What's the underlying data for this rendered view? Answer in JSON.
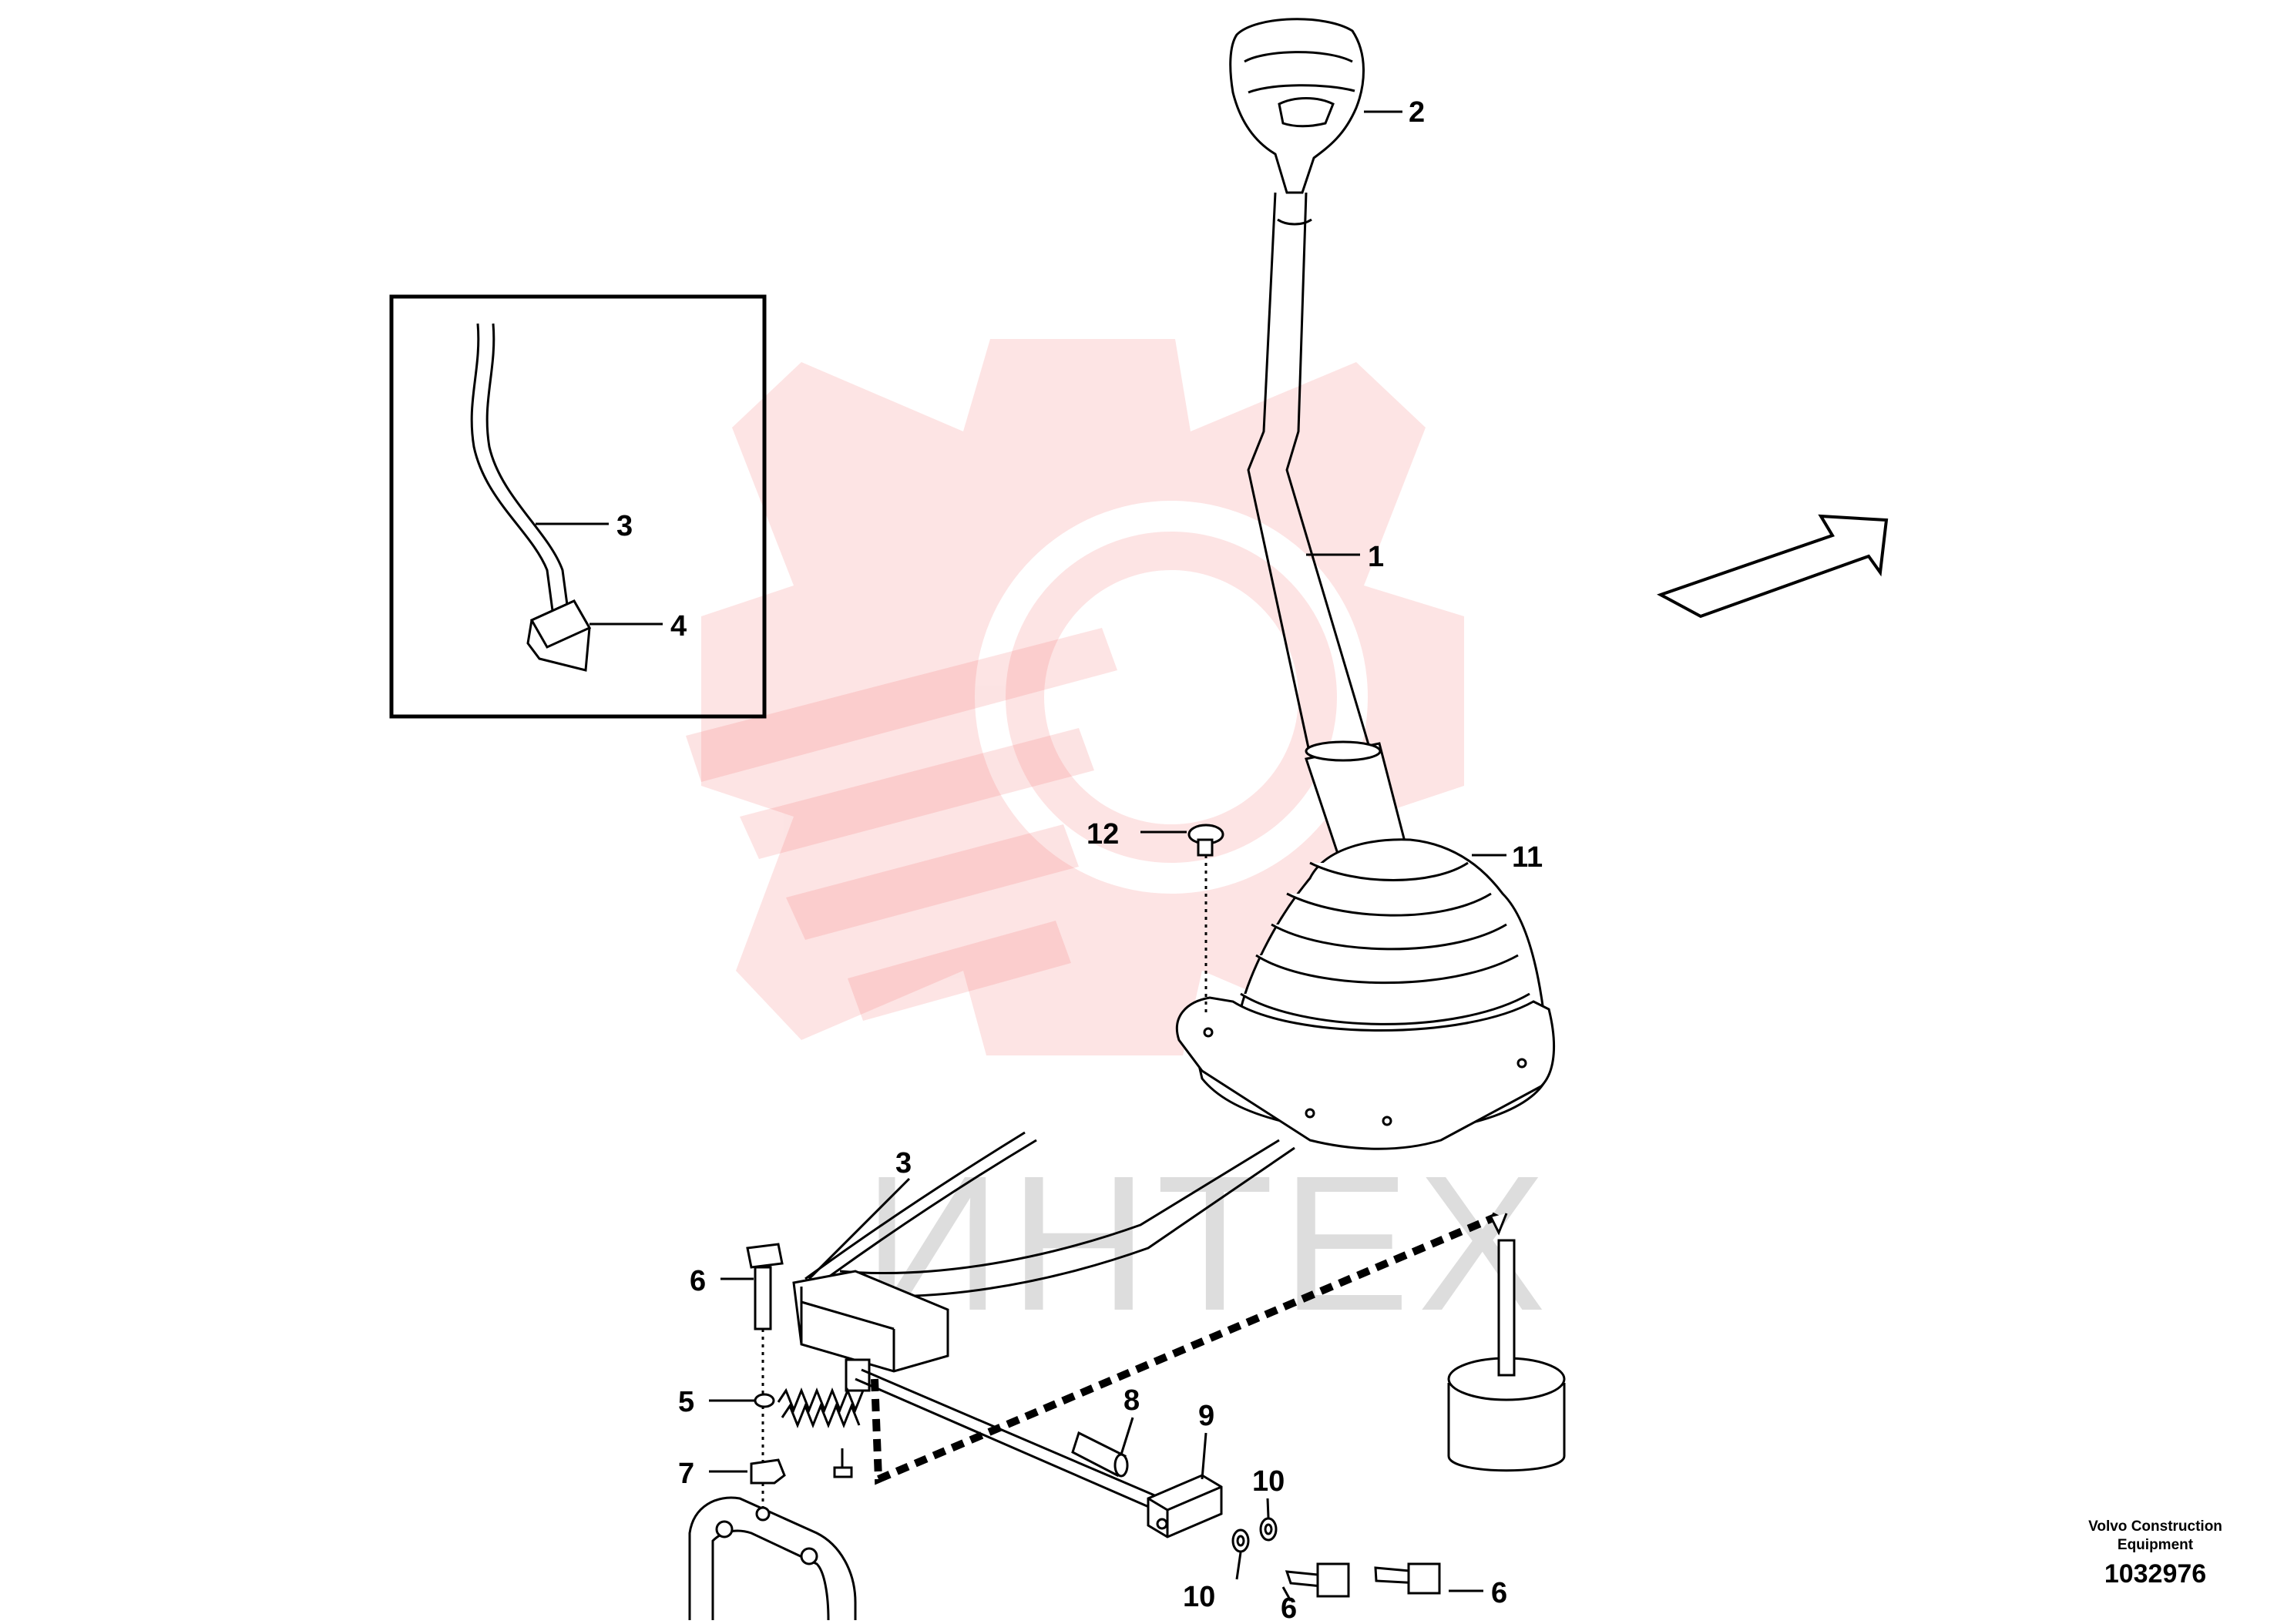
{
  "watermark": {
    "text": "ИНТЕХ",
    "logo": "gear-logo-icon",
    "color": "#f25a5a"
  },
  "callouts": {
    "c1": "1",
    "c2": "2",
    "c3_inset": "3",
    "c3": "3",
    "c4": "4",
    "c5": "5",
    "c6_left": "6",
    "c6_mid": "6",
    "c6_right": "6",
    "c7": "7",
    "c8": "8",
    "c9": "9",
    "c10_top": "10",
    "c10_bottom": "10",
    "c11": "11",
    "c12": "12"
  },
  "direction_arrow": "arrow-icon",
  "footer": {
    "company": "Volvo Construction Equipment",
    "part_number": "1032976"
  }
}
